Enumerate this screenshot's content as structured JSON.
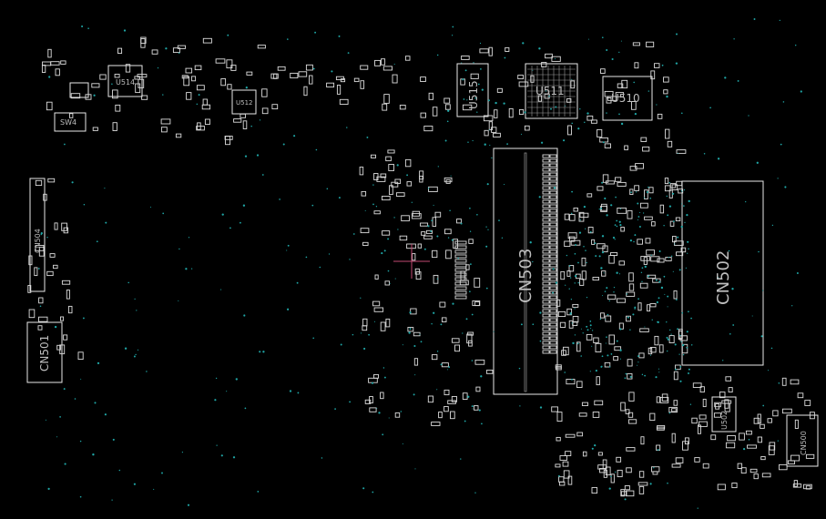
{
  "components": {
    "U514": "U514",
    "SW4": "SW4",
    "U512": "U512",
    "U515": "U515",
    "U511": "U511",
    "U510": "U510",
    "CN504": "CN504",
    "CN501": "CN501",
    "CN503": "CN503",
    "CN502": "CN502",
    "U502": "U502",
    "CN500": "CN500"
  },
  "colors": {
    "background": "#000000",
    "outline": "#e8e8e8",
    "via": "#1fa5a5",
    "cursor": "#c24a72"
  },
  "icons": {
    "cursor": "crosshair-icon"
  }
}
